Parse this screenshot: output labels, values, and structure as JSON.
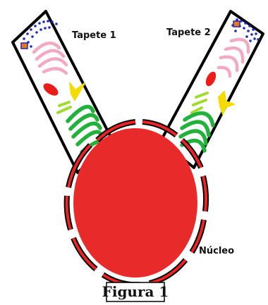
{
  "labels": {
    "tapete1": "Tapete 1",
    "tapete2": "Tapete 2",
    "nucleo": "Núcleo"
  },
  "figure_caption": "Figura 1",
  "colors": {
    "nucleus": "#e82a2a",
    "envelope": "#ec2424",
    "outline": "#000000",
    "pink": "#f3a8c4",
    "red_organelle": "#ea1c1c",
    "yellow": "#f4dc00",
    "light_green": "#9fdc33",
    "dark_green": "#22b13a",
    "blue_dots": "#1e2ab8",
    "orange": "#f0731e"
  },
  "icons": [
    "nucleus-body",
    "nuclear-envelope",
    "tapete-1-cell",
    "tapete-2-cell"
  ]
}
